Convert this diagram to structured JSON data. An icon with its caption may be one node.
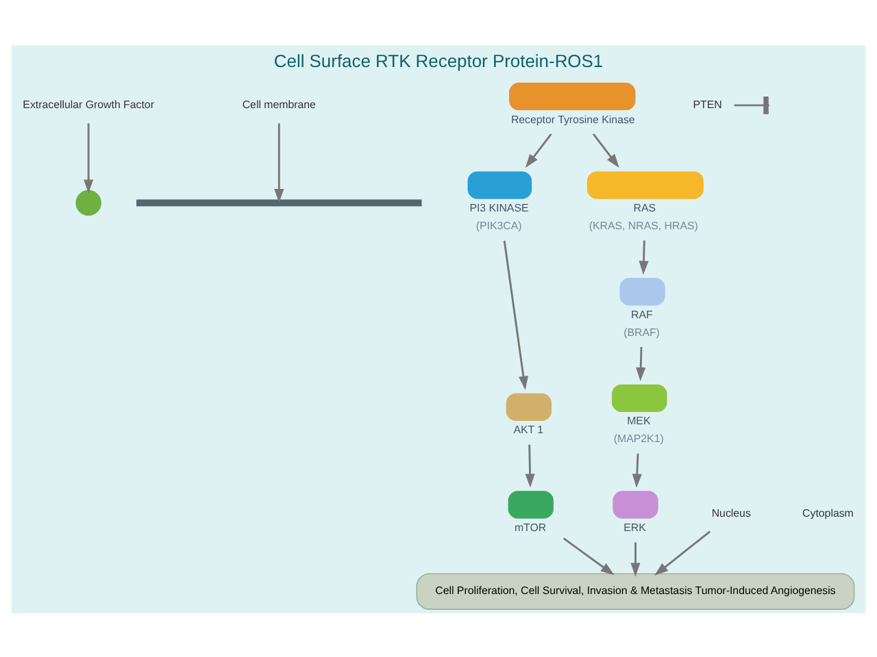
{
  "diagram": {
    "title": "Cell Surface RTK Receptor Protein-ROS1",
    "nodes": [
      {
        "text": [
          "Extracellular Growth Factor"
        ]
      },
      {
        "text": [],
        "shape": "circle"
      },
      {
        "text": [
          "Cell membrane"
        ]
      },
      {
        "text": [],
        "shape": "band"
      },
      {
        "text": [],
        "shape": "box",
        "beside": [
          "Receptor Tyrosine Kinase"
        ]
      },
      {
        "text": [],
        "shape": "box",
        "beside": [
          "PI3 KINASE",
          "(PIK3CA)"
        ]
      },
      {
        "text": [],
        "shape": "box",
        "beside": [
          "RAS",
          "(KRAS, NRAS, HRAS)"
        ]
      },
      {
        "text": [
          "PTEN"
        ]
      },
      {
        "text": [],
        "shape": "box",
        "beside": [
          "RAF",
          "(BRAF)"
        ]
      },
      {
        "text": [],
        "shape": "box",
        "beside": [
          "AKT 1"
        ]
      },
      {
        "text": [],
        "shape": "box",
        "beside": [
          "MEK",
          "(MAP2K1)"
        ]
      },
      {
        "text": [],
        "shape": "box",
        "beside": [
          "mTOR"
        ]
      },
      {
        "text": [],
        "shape": "box",
        "beside": [
          "ERK"
        ]
      },
      {
        "text": [
          "Nucleus"
        ]
      },
      {
        "text": [
          "Cell Proliferation, Cell Survival, Invasion & Metastasis Tumor-Induced Angiogenesis"
        ]
      }
    ],
    "edges": [
      {
        "from": 0,
        "to": 1,
        "arrow": "to"
      },
      {
        "from": 2,
        "to": 3,
        "arrow": "to"
      },
      {
        "from": 4,
        "to": 5,
        "arrow": "to"
      },
      {
        "from": 4,
        "to": 6,
        "arrow": "to"
      },
      {
        "from": 6,
        "to": 8,
        "arrow": "to"
      },
      {
        "from": 8,
        "to": 10,
        "arrow": "to"
      },
      {
        "from": 10,
        "to": 12,
        "arrow": "to"
      },
      {
        "from": 5,
        "to": 9,
        "arrow": "to"
      },
      {
        "from": 7,
        "to": null,
        "arrow": "other"
      },
      {
        "from": 9,
        "to": 11,
        "arrow": "to"
      },
      {
        "from": 11,
        "to": 14,
        "arrow": "to"
      },
      {
        "from": 12,
        "to": 14,
        "arrow": "to"
      },
      {
        "from": 13,
        "to": 14,
        "arrow": "to"
      }
    ],
    "labels": [
      "Cytoplasm"
    ]
  }
}
